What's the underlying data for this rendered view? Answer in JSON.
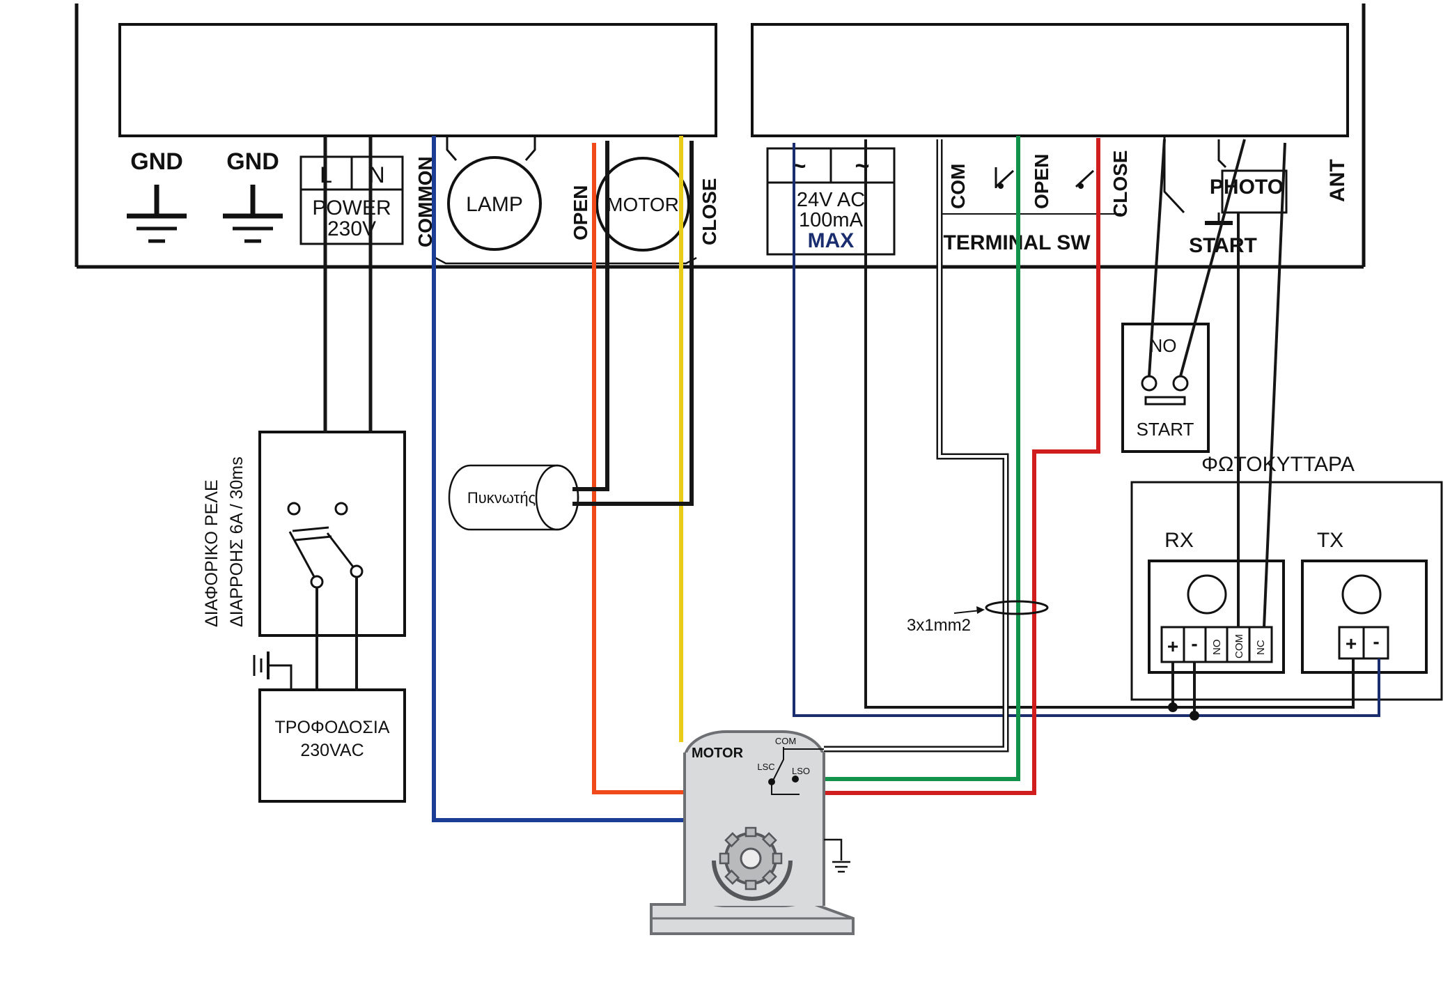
{
  "terminals": {
    "gnd1": "GND",
    "gnd2": "GND",
    "l": "L",
    "n": "N",
    "power_line1": "POWER",
    "power_line2": "230V",
    "common": "COMMON",
    "lamp": "LAMP",
    "open": "OPEN",
    "motor": "MOTOR",
    "close": "CLOSE",
    "ac_line1": "24V AC",
    "ac_line2": "100mA",
    "ac_line3": "MAX",
    "sw_com": "COM",
    "sw_open": "OPEN",
    "sw_close": "CLOSE",
    "terminal_sw": "TERMINAL SW",
    "photo": "PHOTO",
    "start": "START",
    "ant": "ANT"
  },
  "relay": {
    "line1": "ΔΙΑΦΟΡΙΚΟ ΡΕΛΕ",
    "line2": "ΔΙΑΡΡΟΗΣ 6Α / 30ms"
  },
  "supply": {
    "line1": "ΤΡΟΦΟΔΟΣΙΑ",
    "line2": "230VAC"
  },
  "capacitor": {
    "label": "Πυκνωτής"
  },
  "start_button": {
    "no": "NO",
    "label": "START"
  },
  "cable": {
    "label": "3x1mm2"
  },
  "photocells": {
    "title": "ΦΩΤΟΚΥΤΤΑΡΑ",
    "rx": {
      "label": "RX",
      "plus": "+",
      "minus": "-",
      "no": "NO",
      "com": "COM",
      "nc": "NC"
    },
    "tx": {
      "label": "TX",
      "plus": "+",
      "minus": "-"
    }
  },
  "motor_unit": {
    "label": "MOTOR",
    "com": "COM",
    "lsc": "LSC",
    "lso": "LSO"
  },
  "wire_colors": {
    "black": "#161616",
    "navy": "#1a2d6e",
    "blue": "#1c3d96",
    "orange": "#f04a1a",
    "yellow": "#e8cc1a",
    "green": "#12924a",
    "red": "#d01e1e",
    "white": "#ffffff",
    "motor_body": "#d9dadb"
  }
}
